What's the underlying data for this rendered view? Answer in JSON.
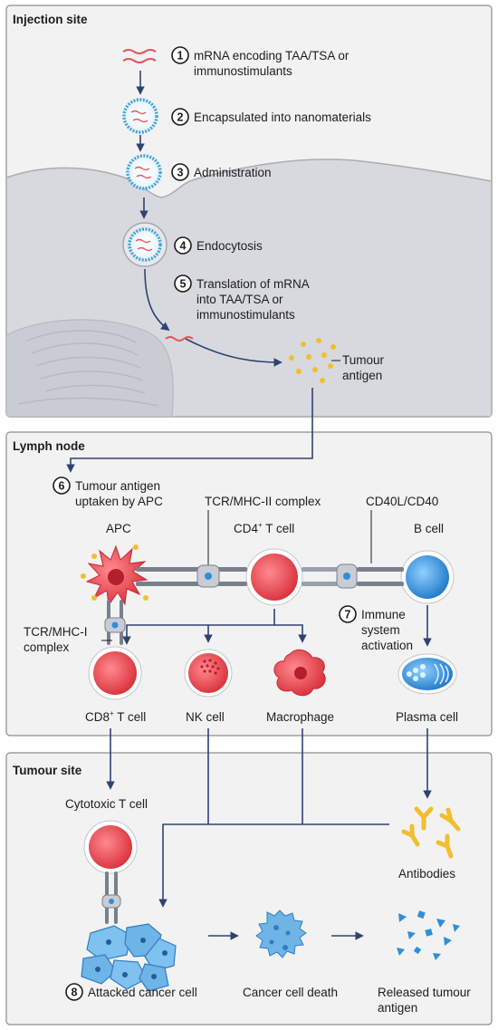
{
  "panels": {
    "injection": "Injection site",
    "lymph": "Lymph node",
    "tumour": "Tumour site"
  },
  "steps": [
    {
      "num": "1",
      "lines": [
        "mRNA encoding TAA/TSA or",
        "immunostimulants"
      ]
    },
    {
      "num": "2",
      "lines": [
        "Encapsulated into nanomaterials"
      ]
    },
    {
      "num": "3",
      "lines": [
        "Administration"
      ]
    },
    {
      "num": "4",
      "lines": [
        "Endocytosis"
      ]
    },
    {
      "num": "5",
      "lines": [
        "Translation of mRNA",
        "into TAA/TSA or",
        "immunostimulants"
      ]
    },
    {
      "num": "6",
      "lines": [
        "Tumour antigen",
        "uptaken by APC"
      ]
    },
    {
      "num": "7",
      "lines": [
        "Immune",
        "system",
        "activation"
      ]
    },
    {
      "num": "8",
      "lines": [
        "Attacked cancer cell"
      ]
    }
  ],
  "labels": {
    "tumour_antigen": [
      "Tumour",
      "antigen"
    ],
    "tcr_mhc2": "TCR/MHC-II complex",
    "cd40": "CD40L/CD40",
    "apc": "APC",
    "cd4_main": "CD4",
    "cd4_sup": "+",
    "cd4_rest": " T cell",
    "b_cell": "B cell",
    "tcr_mhc1": [
      "TCR/MHC-I",
      "complex"
    ],
    "cd8_main": "CD8",
    "cd8_sup": "+",
    "cd8_rest": " T cell",
    "nk_cell": "NK cell",
    "macrophage": "Macrophage",
    "plasma_cell": "Plasma cell",
    "cytotoxic": "Cytotoxic T cell",
    "antibodies": "Antibodies",
    "cancer_death": "Cancer cell death",
    "released": [
      "Released tumour",
      "antigen"
    ]
  },
  "colors": {
    "panel_bg": "#f2f2f3",
    "panel_border": "#8a8d93",
    "cell_body": "#d7d9de",
    "arrow": "#2f4370",
    "red_cell": "#e8474f",
    "blue_cell": "#2f8fd8",
    "antigen_yellow": "#f2be2e",
    "cancer_blue": "#6fb4e6"
  }
}
